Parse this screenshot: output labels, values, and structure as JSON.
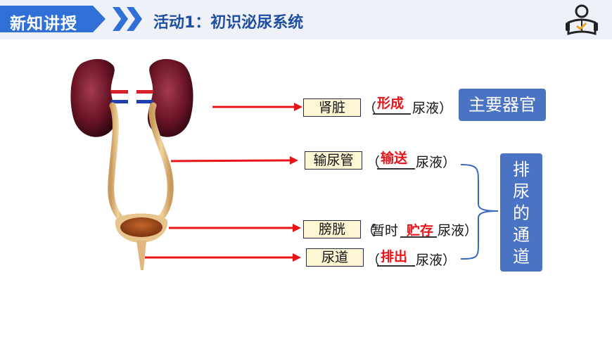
{
  "header": {
    "badge": "新知讲授",
    "title": "活动1：初识泌尿系统"
  },
  "icons": [
    "reader-book-icon",
    "chevron-right-icon"
  ],
  "organs": [
    {
      "label": "肾脏",
      "open": "（",
      "prefix": "",
      "answer": "形成",
      "suffix": "尿液）"
    },
    {
      "label": "输尿管",
      "open": "（",
      "prefix": "",
      "answer": "输送",
      "suffix": "尿液）"
    },
    {
      "label": "膀胱",
      "open": "（",
      "prefix": "暂时",
      "answer": "贮存",
      "suffix": "尿液）"
    },
    {
      "label": "尿道",
      "open": "（",
      "prefix": "",
      "answer": "排出",
      "suffix": "尿液）"
    }
  ],
  "main_organ": "主要器官",
  "pathway": [
    "排",
    "尿",
    "的",
    "通",
    "道"
  ],
  "colors": {
    "accent": "#2f6fd6",
    "panel": "#4a73c4",
    "arrow": "#e8141a",
    "answer": "#e8141a",
    "label_bg": "#fdf6d2"
  }
}
